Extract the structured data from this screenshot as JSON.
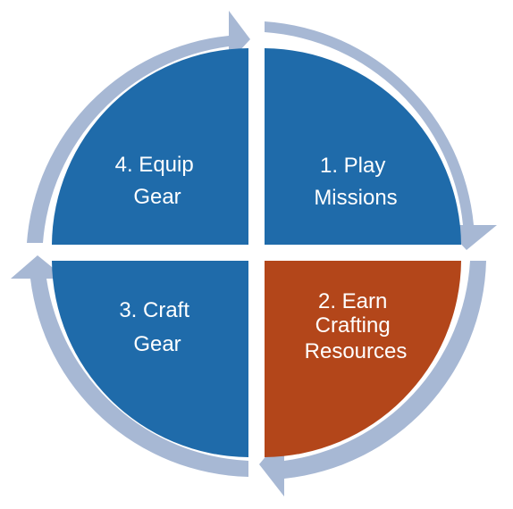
{
  "colors": {
    "blue": "#1F6BAA",
    "orange": "#B3461A",
    "arrow": "#A7B8D4",
    "background": "#FFFFFF",
    "text": "#FFFFFF"
  },
  "steps": [
    {
      "lines": [
        "1. Play",
        "Missions"
      ],
      "color": "blue"
    },
    {
      "lines": [
        "2. Earn",
        "Crafting",
        "Resources"
      ],
      "color": "orange"
    },
    {
      "lines": [
        "3. Craft",
        "Gear"
      ],
      "color": "blue"
    },
    {
      "lines": [
        "4. Equip",
        "Gear"
      ],
      "color": "blue"
    }
  ]
}
